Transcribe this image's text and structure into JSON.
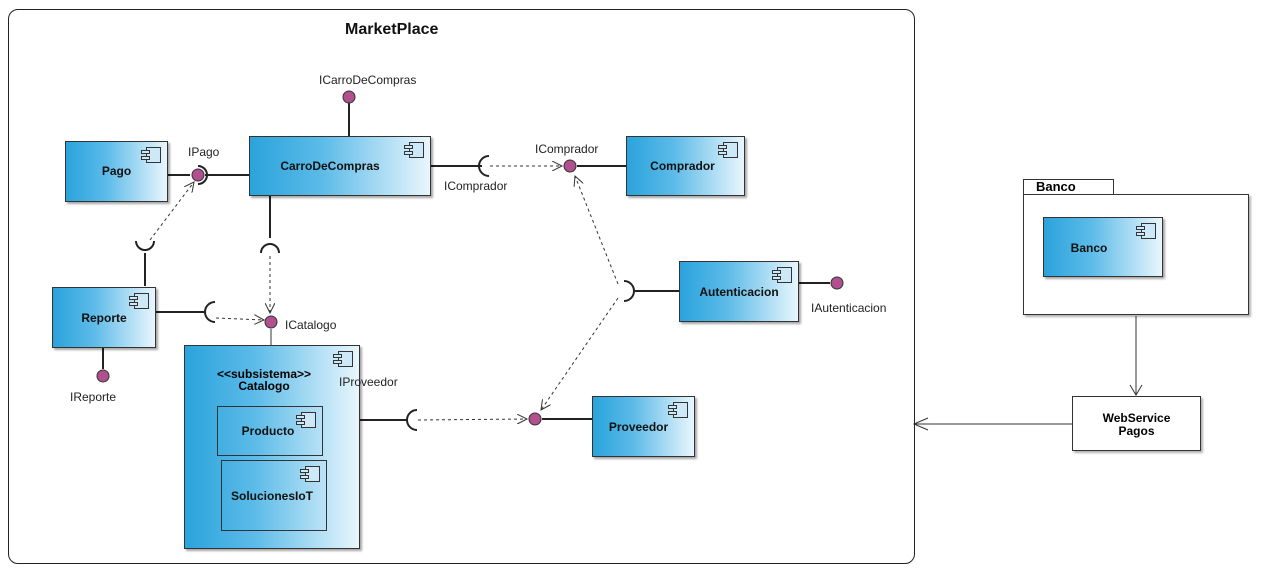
{
  "marketplace": {
    "title": "MarketPlace"
  },
  "components": {
    "pago": "Pago",
    "carro": "CarroDeCompras",
    "comprador": "Comprador",
    "reporte": "Reporte",
    "autenticacion": "Autenticacion",
    "proveedor": "Proveedor",
    "producto": "Producto",
    "soluciones": "SolucionesIoT"
  },
  "catalogo": {
    "stereotype": "<<subsistema>>",
    "name": "Catalogo"
  },
  "interfaces": {
    "icarro": "ICarroDeCompras",
    "ipago": "IPago",
    "icomprador_provided": "IComprador",
    "icomprador_required": "IComprador",
    "icatalogo": "ICatalogo",
    "iautenticacion": "IAutenticacion",
    "ireporte": "IReporte",
    "iproveedor": "IProveedor"
  },
  "banco_package": {
    "tab": "Banco",
    "component": "Banco"
  },
  "webservice": {
    "line1": "WebService",
    "line2": "Pagos"
  },
  "colors": {
    "component_dark": "#2ba3dc",
    "component_light": "#e9f6fd",
    "interface_ball": "#b0508f"
  }
}
